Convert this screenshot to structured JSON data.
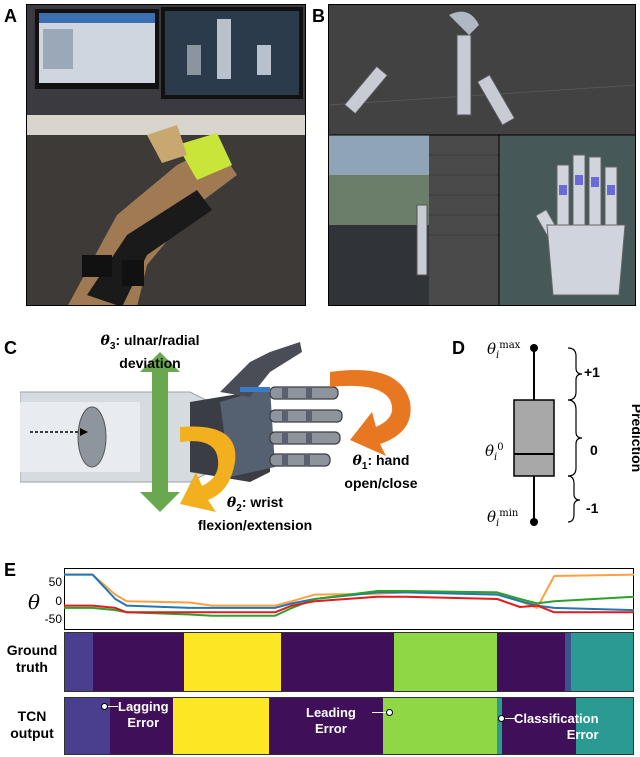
{
  "panels": {
    "a": "A",
    "b": "B",
    "c": "C",
    "d": "D",
    "e": "E"
  },
  "panel_c": {
    "theta3_sym": "θ",
    "theta3_sub": "3",
    "theta3_text": ": ulnar/radial",
    "theta3_text2": "deviation",
    "theta1_sym": "θ",
    "theta1_sub": "1",
    "theta1_text": ": hand",
    "theta1_text2": "open/close",
    "theta2_sym": "θ",
    "theta2_sub": "2",
    "theta2_text": ": wrist",
    "theta2_text2": "flexion/extension"
  },
  "panel_d": {
    "sym": "θ",
    "sub": "i",
    "sup_max": "max",
    "sup_zero": "0",
    "sup_min": "min",
    "plus_one": "+1",
    "zero": "0",
    "minus_one": "-1",
    "side_label": "Prediction"
  },
  "panel_e": {
    "ylabel": "θ",
    "ground_truth_1": "Ground",
    "ground_truth_2": "truth",
    "tcn_1": "TCN",
    "tcn_2": "output",
    "lagging_1": "Lagging",
    "lagging_2": "Error",
    "leading_1": "Leading",
    "leading_2": "Error",
    "class_1": "Classification",
    "class_2": "Error"
  },
  "colors": {
    "purple_dark": "#3f0f5a",
    "purple_blue": "#4a3f8f",
    "yellow": "#fde725",
    "green": "#8fd744",
    "teal": "#2a9a92",
    "blue_seg": "#3b528b",
    "orange_arrow": "#e87722",
    "yellow_arrow": "#f2b01e",
    "green_arrow": "#6aa84f",
    "line_orange": "#ff9f40",
    "line_blue": "#1f77b4",
    "line_green": "#2ca02c",
    "line_red": "#e41a1c"
  },
  "chart_data": {
    "type": "line",
    "x_domain": [
      0,
      100
    ],
    "ylim": [
      -60,
      80
    ],
    "y_ticks": [
      50,
      0,
      -50
    ],
    "series": [
      {
        "color": "#ff9f40",
        "x": [
          0,
          5,
          9,
          11,
          22,
          26,
          37,
          40,
          44,
          55,
          60,
          76,
          80,
          83,
          86,
          100
        ],
        "values": [
          65,
          65,
          20,
          5,
          2,
          -5,
          -5,
          5,
          20,
          22,
          25,
          25,
          5,
          -10,
          62,
          65
        ]
      },
      {
        "color": "#1f77b4",
        "x": [
          0,
          5,
          9,
          11,
          22,
          26,
          37,
          40,
          44,
          55,
          60,
          76,
          80,
          83,
          86,
          100
        ],
        "values": [
          65,
          65,
          10,
          -5,
          -10,
          -10,
          -10,
          0,
          10,
          25,
          25,
          20,
          5,
          -5,
          -10,
          -15
        ]
      },
      {
        "color": "#2ca02c",
        "x": [
          0,
          5,
          9,
          11,
          22,
          26,
          37,
          40,
          44,
          55,
          60,
          76,
          80,
          83,
          86,
          100
        ],
        "values": [
          -10,
          -10,
          -15,
          -20,
          -25,
          -28,
          -28,
          -10,
          10,
          28,
          28,
          25,
          10,
          0,
          5,
          15
        ]
      },
      {
        "color": "#e41a1c",
        "x": [
          0,
          5,
          9,
          11,
          22,
          26,
          37,
          40,
          44,
          55,
          60,
          76,
          80,
          83,
          86,
          100
        ],
        "values": [
          -5,
          -5,
          -10,
          -20,
          -20,
          -20,
          -20,
          -5,
          5,
          15,
          15,
          10,
          -8,
          -5,
          -20,
          -20
        ]
      }
    ],
    "ground_truth": [
      {
        "start": 0,
        "end": 5,
        "class": "purple_blue"
      },
      {
        "start": 5,
        "end": 21,
        "class": "purple_dark"
      },
      {
        "start": 21,
        "end": 38,
        "class": "yellow"
      },
      {
        "start": 38,
        "end": 58,
        "class": "purple_dark"
      },
      {
        "start": 58,
        "end": 76,
        "class": "green"
      },
      {
        "start": 76,
        "end": 88,
        "class": "purple_dark"
      },
      {
        "start": 88,
        "end": 89,
        "class": "blue_seg"
      },
      {
        "start": 89,
        "end": 100,
        "class": "teal"
      }
    ],
    "tcn_output": [
      {
        "start": 0,
        "end": 8,
        "class": "purple_blue"
      },
      {
        "start": 8,
        "end": 19,
        "class": "purple_dark"
      },
      {
        "start": 19,
        "end": 36,
        "class": "yellow"
      },
      {
        "start": 36,
        "end": 56,
        "class": "purple_dark"
      },
      {
        "start": 56,
        "end": 76,
        "class": "green"
      },
      {
        "start": 76,
        "end": 77,
        "class": "teal"
      },
      {
        "start": 77,
        "end": 90,
        "class": "purple_dark"
      },
      {
        "start": 90,
        "end": 100,
        "class": "teal"
      }
    ]
  }
}
